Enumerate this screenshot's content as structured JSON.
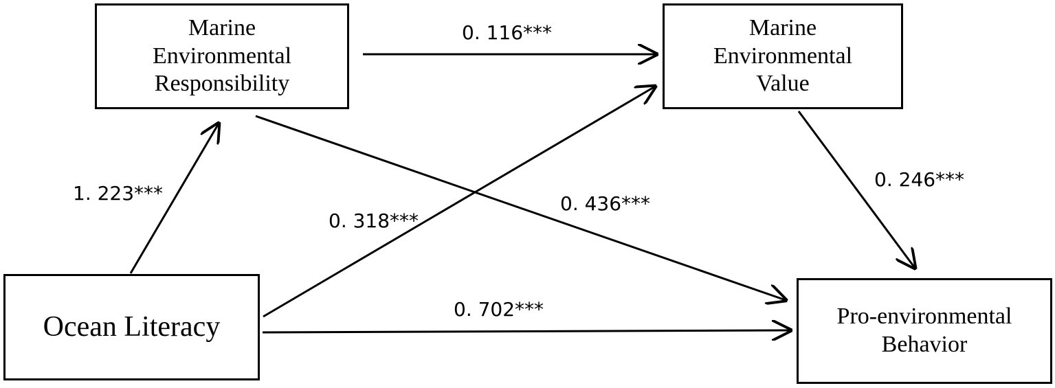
{
  "nodes": {
    "ocean_literacy": "Ocean Literacy",
    "marine_env_responsibility": "Marine\nEnvironmental\nResponsibility",
    "marine_env_value": "Marine\nEnvironmental\nValue",
    "pro_env_behavior": "Pro-environmental\nBehavior"
  },
  "paths": {
    "ol_to_mer": "1. 223***",
    "mer_to_mev": "0. 116***",
    "ol_to_mev": "0. 318***",
    "mer_to_peb": "0. 436***",
    "mev_to_peb": "0. 246***",
    "ol_to_peb": "0. 702***"
  },
  "colors": {
    "line": "#000000",
    "background": "#ffffff"
  }
}
